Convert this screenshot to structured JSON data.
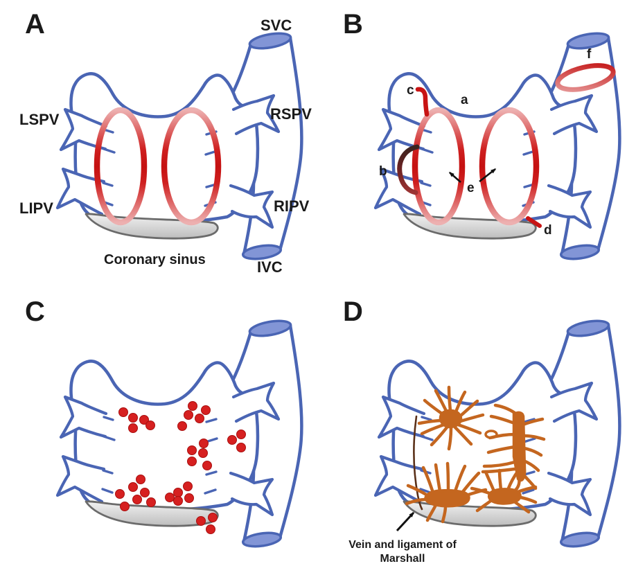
{
  "panels": {
    "a": {
      "letter": "A",
      "labels": {
        "svc": "SVC",
        "lspv": "LSPV",
        "rspv": "RSPV",
        "lipv": "LIPV",
        "ripv": "RIPV",
        "ivc": "IVC",
        "coronary_sinus": "Coronary sinus"
      }
    },
    "b": {
      "letter": "B",
      "lesion_labels": {
        "a": "a",
        "b": "b",
        "c": "c",
        "d": "d",
        "e": "e",
        "f": "f"
      }
    },
    "c": {
      "letter": "C",
      "dot_radius": 6.5,
      "dots": [
        [
          178,
          180
        ],
        [
          192,
          188
        ],
        [
          208,
          191
        ],
        [
          192,
          203
        ],
        [
          217,
          199
        ],
        [
          278,
          171
        ],
        [
          297,
          177
        ],
        [
          272,
          184
        ],
        [
          288,
          189
        ],
        [
          263,
          200
        ],
        [
          294,
          225
        ],
        [
          277,
          235
        ],
        [
          293,
          239
        ],
        [
          277,
          251
        ],
        [
          299,
          257
        ],
        [
          335,
          220
        ],
        [
          348,
          212
        ],
        [
          348,
          231
        ],
        [
          203,
          277
        ],
        [
          192,
          288
        ],
        [
          173,
          298
        ],
        [
          209,
          296
        ],
        [
          198,
          306
        ],
        [
          218,
          310
        ],
        [
          180,
          316
        ],
        [
          245,
          303
        ],
        [
          257,
          296
        ],
        [
          271,
          287
        ],
        [
          273,
          304
        ],
        [
          257,
          308
        ],
        [
          290,
          337
        ],
        [
          307,
          332
        ],
        [
          304,
          349
        ]
      ]
    },
    "d": {
      "letter": "D",
      "caption": {
        "line1": "Vein and ligament of",
        "line2": "Marshall"
      }
    }
  },
  "colors": {
    "atrium_outline_blue": "#4a65b4",
    "vessel_cap_blue": "#8295d6",
    "lesion_red": "#c81414",
    "lesion_pink": "#eaa8a8",
    "mitral_line_dark": "#5c2420",
    "dot_red": "#d62020",
    "dot_red_edge": "#a80f0f",
    "ganglion_orange": "#c4661f",
    "marshall_brown": "#5a3018",
    "sinus_gray_light": "#f2f2f2",
    "sinus_gray_dark": "#bdbdbd",
    "label_black": "#1a1a1a"
  }
}
